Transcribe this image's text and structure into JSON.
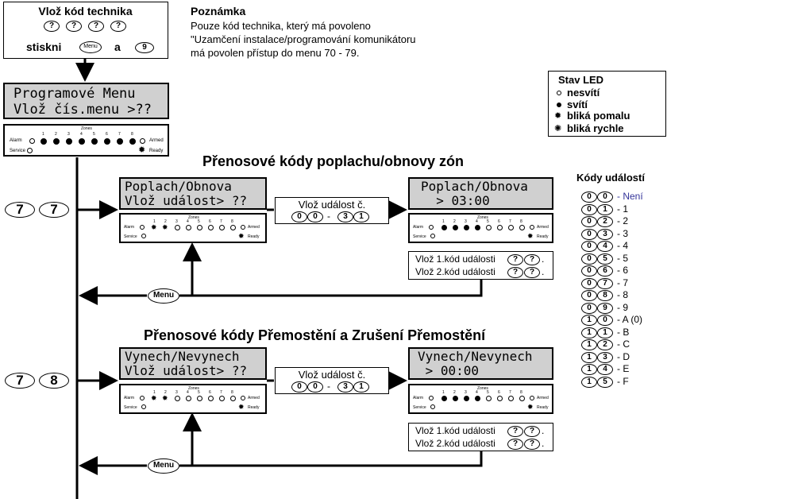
{
  "top": {
    "title": "Vlož kód technika",
    "press": "stiskni",
    "and": "a",
    "menu_key": "Menu",
    "digit_key": "9"
  },
  "note": {
    "title": "Poznámka",
    "line1": "Pouze kód technika, který má povoleno",
    "line2": "\"Uzamčení instalace/programování komunikátoru",
    "line3": "má povolen přístup do menu 70 - 79."
  },
  "led_legend": {
    "title": "Stav LED",
    "off": "nesvítí",
    "on": "svítí",
    "slow": "bliká pomalu",
    "fast": "bliká rychle"
  },
  "prog_lcd": {
    "line1": "Programové Menu",
    "line2": "Vlož čís.menu >??"
  },
  "keypad": {
    "zones": "Zones",
    "alarm": "Alarm",
    "service": "Service",
    "armed": "Armed",
    "ready": "Ready",
    "numbers": [
      "1",
      "2",
      "3",
      "4",
      "5",
      "6",
      "7",
      "8"
    ]
  },
  "section77": {
    "title": "Přenosové kódy poplachu/obnovy zón",
    "keys": [
      "7",
      "7"
    ],
    "lcd1": {
      "line1": "Poplach/Obnova",
      "line2": "Vlož událost> ??"
    },
    "enter": "Vlož událost č.",
    "range": {
      "a": "0",
      "b": "0",
      "sep": "-",
      "c": "3",
      "d": "1"
    },
    "lcd2": {
      "line1": "Poplach/Obnova",
      "line2": "  > 03:00"
    },
    "code1": "Vlož 1.kód události",
    "code2": "Vlož 2.kód události",
    "menu": "Menu"
  },
  "section78": {
    "title": "Přenosové kódy Přemostění a Zrušení Přemostění",
    "keys": [
      "7",
      "8"
    ],
    "lcd1": {
      "line1": "Vynech/Nevynech",
      "line2": "Vlož událost> ??"
    },
    "enter": "Vlož událost č.",
    "range": {
      "a": "0",
      "b": "0",
      "sep": "-",
      "c": "3",
      "d": "1"
    },
    "lcd2": {
      "line1": "Vynech/Nevynech",
      "line2": " > 00:00"
    },
    "code1": "Vlož 1.kód události",
    "code2": "Vlož 2.kód události",
    "menu": "Menu"
  },
  "event_codes": {
    "title": "Kódy událostí",
    "items": [
      {
        "k1": "0",
        "k2": "0",
        "label": "- Není"
      },
      {
        "k1": "0",
        "k2": "1",
        "label": "- 1"
      },
      {
        "k1": "0",
        "k2": "2",
        "label": "- 2"
      },
      {
        "k1": "0",
        "k2": "3",
        "label": "- 3"
      },
      {
        "k1": "0",
        "k2": "4",
        "label": "- 4"
      },
      {
        "k1": "0",
        "k2": "5",
        "label": "- 5"
      },
      {
        "k1": "0",
        "k2": "6",
        "label": "- 6"
      },
      {
        "k1": "0",
        "k2": "7",
        "label": "- 7"
      },
      {
        "k1": "0",
        "k2": "8",
        "label": "- 8"
      },
      {
        "k1": "0",
        "k2": "9",
        "label": "- 9"
      },
      {
        "k1": "1",
        "k2": "0",
        "label": "- A (0)"
      },
      {
        "k1": "1",
        "k2": "1",
        "label": "- B"
      },
      {
        "k1": "1",
        "k2": "2",
        "label": "- C"
      },
      {
        "k1": "1",
        "k2": "3",
        "label": "- D"
      },
      {
        "k1": "1",
        "k2": "4",
        "label": "- E"
      },
      {
        "k1": "1",
        "k2": "5",
        "label": "- F"
      }
    ]
  },
  "colors": {
    "lcd_bg": "#d0d0d0",
    "line": "#000000",
    "first_code": "#333399"
  }
}
